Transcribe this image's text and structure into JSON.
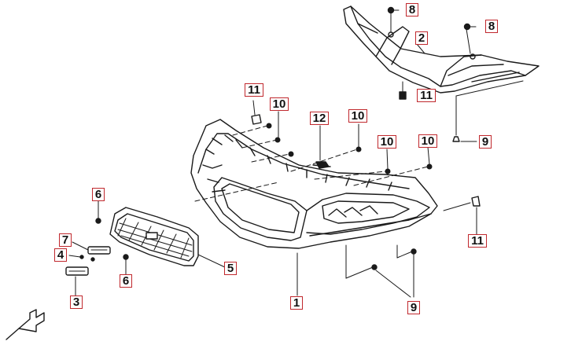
{
  "diagram": {
    "callouts": [
      {
        "key": "c8a",
        "label": "8"
      },
      {
        "key": "c8b",
        "label": "8"
      },
      {
        "key": "c2",
        "label": "2"
      },
      {
        "key": "c11a",
        "label": "11"
      },
      {
        "key": "c11b",
        "label": "11"
      },
      {
        "key": "c11c",
        "label": "11"
      },
      {
        "key": "c9a",
        "label": "9"
      },
      {
        "key": "c9b",
        "label": "9"
      },
      {
        "key": "c10a",
        "label": "10"
      },
      {
        "key": "c10b",
        "label": "10"
      },
      {
        "key": "c10c",
        "label": "10"
      },
      {
        "key": "c10d",
        "label": "10"
      },
      {
        "key": "c12",
        "label": "12"
      },
      {
        "key": "c6a",
        "label": "6"
      },
      {
        "key": "c6b",
        "label": "6"
      },
      {
        "key": "c7",
        "label": "7"
      },
      {
        "key": "c4",
        "label": "4"
      },
      {
        "key": "c3",
        "label": "3"
      },
      {
        "key": "c5",
        "label": "5"
      },
      {
        "key": "c1",
        "label": "1"
      }
    ],
    "colors": {
      "line": "#1a1a1a",
      "callout_border": "#c0282d",
      "background": "#ffffff"
    }
  }
}
